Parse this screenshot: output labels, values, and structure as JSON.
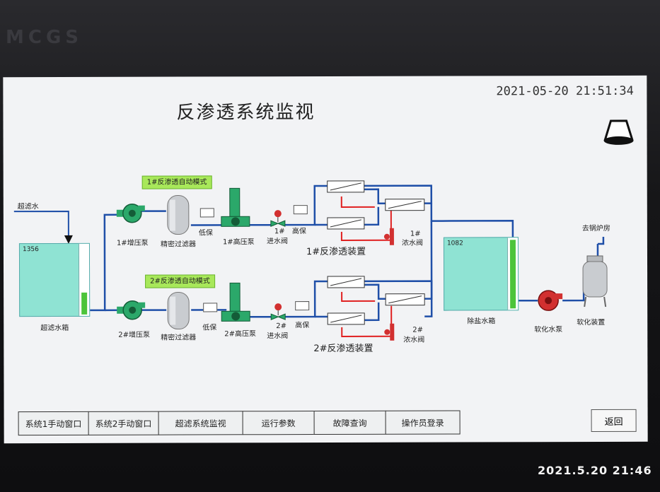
{
  "bezel": {
    "brand": "MCGS",
    "photo_timestamp": "2021.5.20 21:46"
  },
  "screen": {
    "title": "反渗透系统监视",
    "datetime": "2021-05-20  21:51:34"
  },
  "line1": {
    "mode": "1#反渗透自动模式",
    "booster_pump": "1#增压泵",
    "precision_filter": "精密过滤器",
    "low_protect": "低保",
    "high_pressure_pump": "1#高压泵",
    "inlet_valve_num": "1#",
    "inlet_valve": "进水阀",
    "high_protect": "高保",
    "ro_unit": "1#反渗透装置",
    "concentrate_valve_num": "1#",
    "concentrate_valve": "浓水阀"
  },
  "line2": {
    "mode": "2#反渗透自动模式",
    "booster_pump": "2#增压泵",
    "precision_filter": "精密过滤器",
    "low_protect": "低保",
    "high_pressure_pump": "2#高压泵",
    "inlet_valve_num": "2#",
    "inlet_valve": "进水阀",
    "high_protect": "高保",
    "ro_unit": "2#反渗透装置",
    "concentrate_valve_num": "2#",
    "concentrate_valve": "浓水阀"
  },
  "uf_tank": {
    "inlet_label": "超滤水",
    "value": "1356",
    "label": "超滤水箱",
    "level_percent": 30
  },
  "demin_tank": {
    "value": "1082",
    "label": "除盐水箱",
    "level_percent": 95
  },
  "softening": {
    "pump": "软化水泵",
    "device": "软化装置",
    "boiler_room": "去锅炉房"
  },
  "nav": {
    "buttons": [
      "系统1手动窗口",
      "系统2手动窗口",
      "超滤系统监视",
      "运行参数",
      "故障查询",
      "操作员登录"
    ],
    "return": "返回"
  },
  "colors": {
    "pipe": "#1f4fa8",
    "pump_green": "#2ba86a",
    "pump_red": "#d23030",
    "concentrate_pipe": "#e02020",
    "tank": "#8fe3d3",
    "mode_badge": "#a8e85a"
  }
}
